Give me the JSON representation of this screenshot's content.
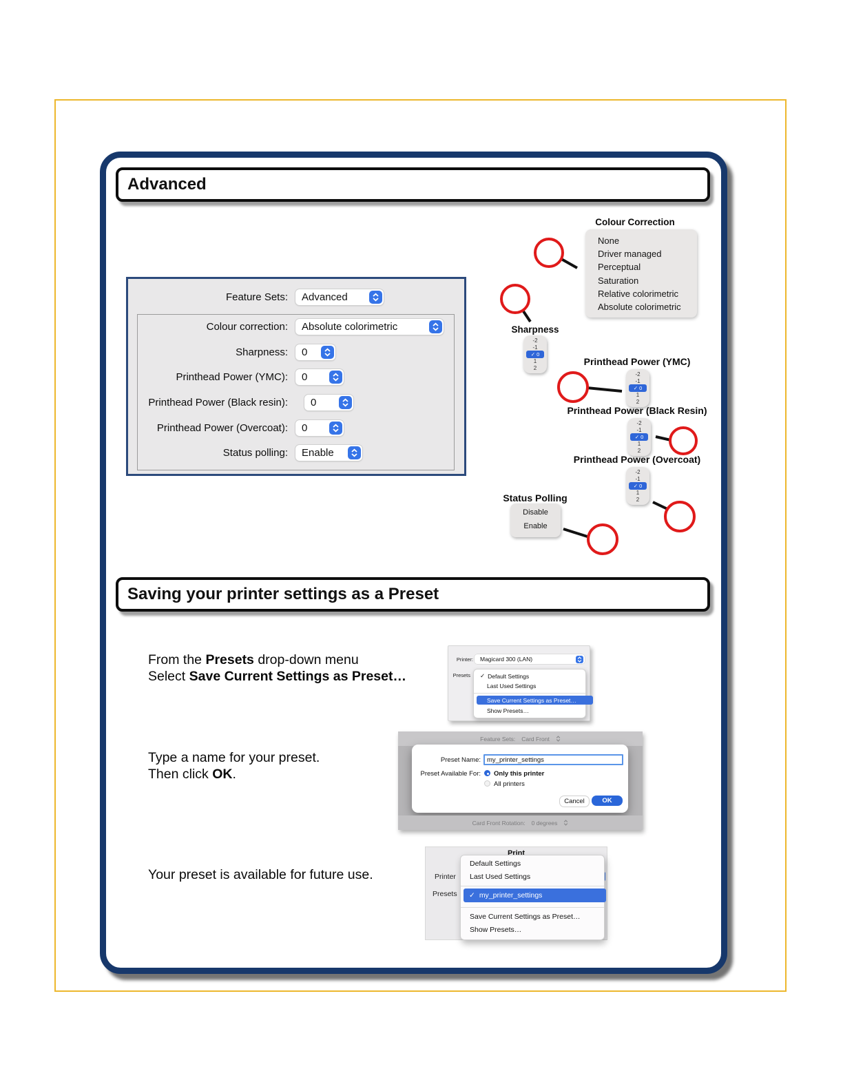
{
  "colors": {
    "page_border_yellow": "#edb72d",
    "panel_border_blue": "#17386b",
    "annotation_red": "#e01a1a",
    "selection_blue": "#3a70dd",
    "stepper_blue": "#3674e8",
    "ok_button_blue": "#2a66d9"
  },
  "glyphs": {
    "check": "✓"
  },
  "advanced": {
    "title": "Advanced",
    "form": {
      "feature_sets": {
        "label": "Feature Sets:",
        "value": "Advanced"
      },
      "rows": [
        {
          "label": "Colour correction:",
          "value": "Absolute colorimetric"
        },
        {
          "label": "Sharpness:",
          "value": "0"
        },
        {
          "label": "Printhead Power (YMC):",
          "value": "0"
        },
        {
          "label": "Printhead Power (Black resin):",
          "value": "0"
        },
        {
          "label": "Printhead Power (Overcoat):",
          "value": "0"
        },
        {
          "label": "Status polling:",
          "value": "Enable"
        }
      ]
    },
    "callouts": {
      "colour_correction": {
        "title": "Colour Correction",
        "options": [
          "None",
          "Driver managed",
          "Perceptual",
          "Saturation",
          "Relative colorimetric",
          "Absolute colorimetric"
        ]
      },
      "sharpness": {
        "title": "Sharpness",
        "options": [
          "-2",
          "-1",
          "0",
          "1",
          "2"
        ],
        "selected": "0"
      },
      "ymc": {
        "title": "Printhead Power (YMC)",
        "options": [
          "-2",
          "-1",
          "0",
          "1",
          "2"
        ],
        "selected": "0"
      },
      "black_resin": {
        "title": "Printhead Power (Black Resin)",
        "options": [
          "-2",
          "-1",
          "0",
          "1",
          "2"
        ],
        "selected": "0"
      },
      "overcoat": {
        "title": "Printhead Power (Overcoat)",
        "options": [
          "-2",
          "-1",
          "0",
          "1",
          "2"
        ],
        "selected": "0"
      },
      "status_polling": {
        "title": "Status Polling",
        "options": [
          "Disable",
          "Enable"
        ]
      }
    }
  },
  "presets": {
    "title": "Saving your printer settings as a Preset",
    "step1": {
      "t1": "From the ",
      "b1": "Presets",
      "t2": " drop-down menu",
      "t3": "Select ",
      "b2": "Save Current Settings as Preset…"
    },
    "step2": {
      "t1": "Type a name for your preset.",
      "t2": "Then click ",
      "b1": "OK",
      "t3": "."
    },
    "step3": {
      "t1": "Your preset is available for future use."
    },
    "shot1": {
      "printer_label": "Printer:",
      "printer_value": "Magicard 300 (LAN)",
      "presets_label": "Presets",
      "menu": {
        "item1": "Default Settings",
        "item2": "Last Used Settings",
        "item3": "Save Current Settings as Preset…",
        "item4": "Show Presets…"
      }
    },
    "shot2": {
      "feature_sets_label": "Feature Sets:",
      "feature_sets_value": "Card Front",
      "dialog": {
        "preset_name_label": "Preset Name:",
        "preset_name_value": "my_printer_settings",
        "available_label": "Preset Available For:",
        "option_this_printer": "Only this printer",
        "option_all_printers": "All printers",
        "cancel": "Cancel",
        "ok": "OK"
      },
      "rotation_label": "Card Front Rotation:",
      "rotation_value": "0 degrees"
    },
    "shot3": {
      "window_title": "Print",
      "printer_label": "Printer",
      "presets_label": "Presets",
      "menu": {
        "item1": "Default Settings",
        "item2": "Last Used Settings",
        "item3": "my_printer_settings",
        "item4": "Save Current Settings as Preset…",
        "item5": "Show Presets…"
      }
    }
  }
}
